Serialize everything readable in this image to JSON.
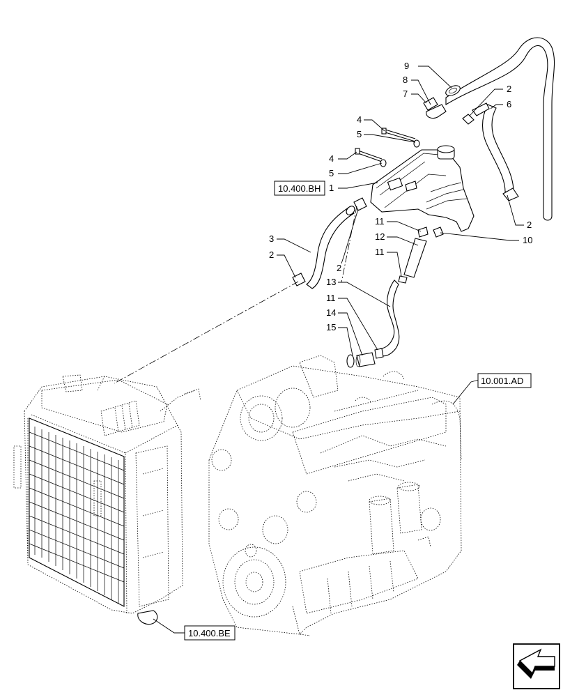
{
  "callouts": [
    "9",
    "8",
    "7",
    "2",
    "6",
    "4",
    "5",
    "4",
    "5",
    "1",
    "2",
    "11",
    "12",
    "10",
    "11",
    "3",
    "2",
    "2",
    "13",
    "11",
    "14",
    "15"
  ],
  "references": [
    "10.400.BH",
    "10.001.AD",
    "10.400.BE"
  ],
  "nav": {
    "icon": "next-page-arrow-icon"
  }
}
